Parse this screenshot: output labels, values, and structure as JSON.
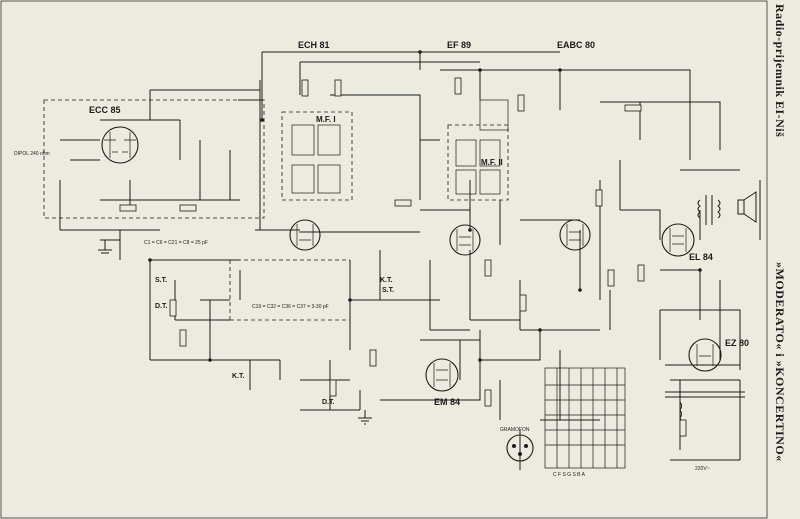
{
  "tubes": {
    "ecc85": "ECC 85",
    "ech81": "ECH 81",
    "ef89": "EF 89",
    "eabc80": "EABC 80",
    "el84": "EL 84",
    "ez80": "EZ 80",
    "em84": "EM 84"
  },
  "blocks": {
    "mf1": "M.F. I",
    "mf2": "M.F. II",
    "kt": "K.T.",
    "st": "S.T.",
    "dt": "D.T."
  },
  "notes": {
    "trim1": "C1 = C6 = C21 = C8 = 25 pF",
    "trim2": "C19 = C32 = C36 = C37 = 3-30 pF",
    "antenna": "DIPOL 240 ohm",
    "gramofon": "GRAMOFON",
    "mains": "220V~",
    "switch_letters": "C F S G S B A"
  },
  "side": {
    "top": "Radio-prijemnik EI-Niš",
    "bottom": "»MODERATO« i »KONCERTINO«"
  }
}
